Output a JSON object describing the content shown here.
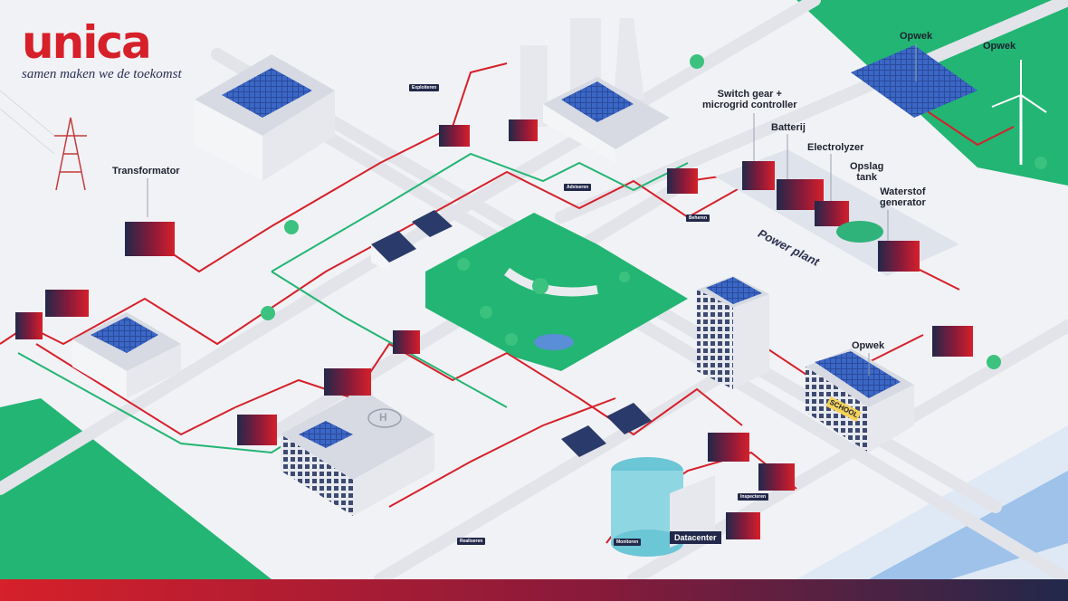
{
  "brand": {
    "name": "unica",
    "tagline": "samen maken we de toekomst",
    "color_primary": "#d6202a",
    "color_navy": "#22284a",
    "color_green": "#23b574"
  },
  "labels": {
    "transformator": "Transformator",
    "opwek_1": "Opwek",
    "opwek_2": "Opwek",
    "opwek_3": "Opwek",
    "switch_gear": "Switch gear +\nmicrogrid controller",
    "batterij": "Batterij",
    "electrolyzer": "Electrolyzer",
    "opslag_tank": "Opslag\ntank",
    "waterstof": "Waterstof\ngenerator",
    "power_plant": "Power plant",
    "datacenter": "Datacenter"
  },
  "chips": {
    "exploiteren": "Exploiteren",
    "adviseren": "Adviseren",
    "beheren": "Beheren",
    "realiseren": "Realiseren",
    "monitoren": "Monitoren",
    "inspecteren": "Inspecteren"
  },
  "signs": {
    "school": "SCHOOL",
    "helipad": "H"
  }
}
